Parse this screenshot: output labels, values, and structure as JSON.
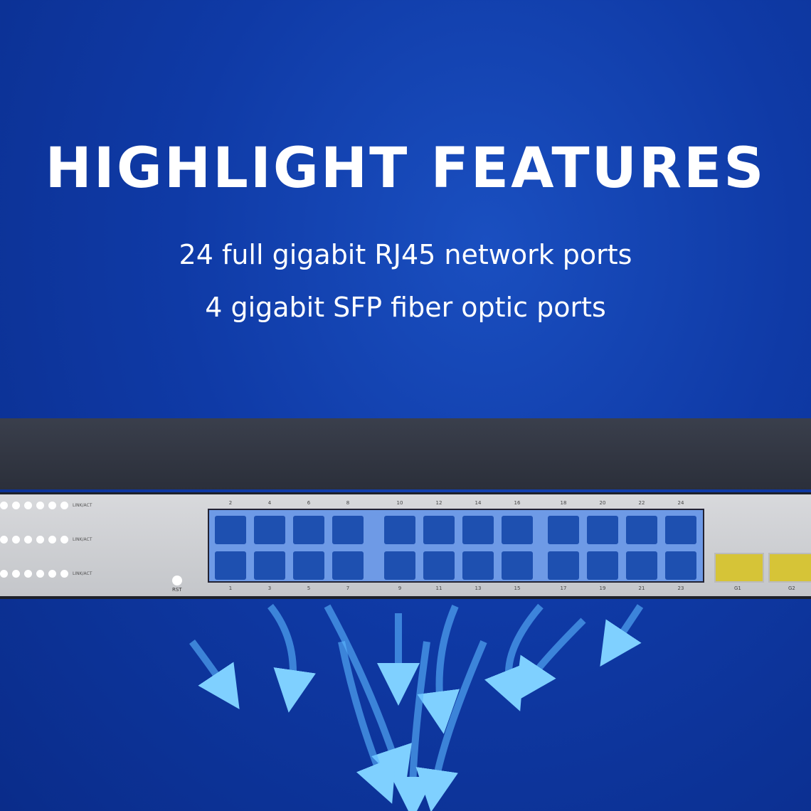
{
  "title": "HIGHLIGHT FEATURES",
  "features": [
    "24 full gigabit RJ45 network ports",
    "4 gigabit SFP fiber optic ports"
  ],
  "switch": {
    "led_label": "LINK/ACT",
    "reset_label": "RST",
    "top_port_numbers": [
      "2",
      "4",
      "6",
      "8",
      "10",
      "12",
      "14",
      "16",
      "18",
      "20",
      "22",
      "24"
    ],
    "bottom_port_numbers": [
      "1",
      "3",
      "5",
      "7",
      "9",
      "11",
      "13",
      "15",
      "17",
      "19",
      "21",
      "23"
    ],
    "sfp_labels": [
      "G1",
      "G2"
    ],
    "colors": {
      "rj45_block": "#6e9ae6",
      "rj45_port": "#1e50b0",
      "sfp_port": "#d6c437"
    }
  }
}
